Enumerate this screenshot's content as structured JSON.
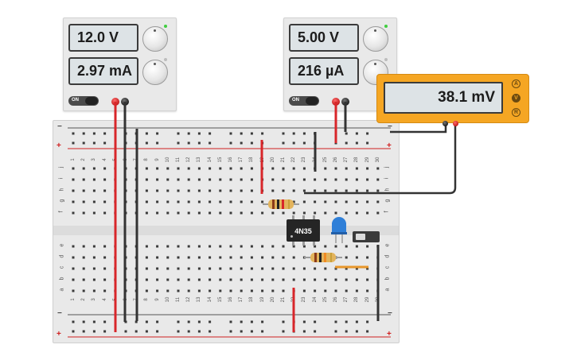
{
  "power_supply_1": {
    "voltage_display": "12.0 V",
    "current_display": "2.97 mA",
    "on_label": "ON"
  },
  "power_supply_2": {
    "voltage_display": "5.00 V",
    "current_display": "216 µA",
    "on_label": "ON"
  },
  "multimeter": {
    "reading": "38.1 mV",
    "modes": [
      "A",
      "V",
      "R"
    ],
    "active_mode": "V"
  },
  "breadboard": {
    "rail_minus": "−",
    "rail_plus": "+",
    "rows_top": [
      "j",
      "i",
      "h",
      "g",
      "f"
    ],
    "rows_bottom": [
      "e",
      "d",
      "c",
      "b",
      "a"
    ],
    "column_numbers": [
      "1",
      "2",
      "3",
      "4",
      "5",
      "6",
      "7",
      "8",
      "9",
      "10",
      "11",
      "12",
      "13",
      "14",
      "15",
      "16",
      "17",
      "18",
      "19",
      "20",
      "21",
      "22",
      "23",
      "24",
      "25",
      "26",
      "27",
      "28",
      "29",
      "30"
    ]
  },
  "components": {
    "optocoupler_label": "4N35",
    "led_color": "#2f7fd8"
  },
  "colors": {
    "wire_red": "#d8262a",
    "wire_black": "#333333",
    "wire_orange": "#e8962a",
    "multimeter_body": "#f5a623"
  }
}
